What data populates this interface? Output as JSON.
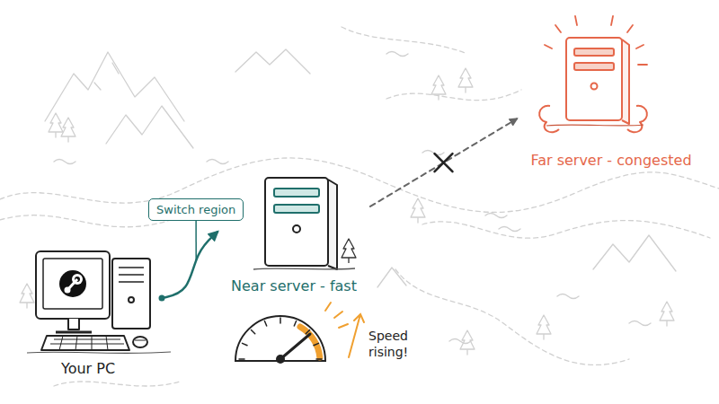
{
  "diagram": {
    "nodes": [
      {
        "text": [
          "Your PC"
        ]
      },
      {
        "text": [
          "Near server - fast"
        ]
      },
      {
        "text": [
          "Far server - congested"
        ]
      }
    ],
    "edges": [
      {
        "from": 0,
        "to": 1,
        "arrow": "to",
        "label": "Switch region"
      },
      {
        "from": 1,
        "to": 2,
        "arrow": "to"
      }
    ],
    "labels": [
      "Speed rising!"
    ]
  }
}
